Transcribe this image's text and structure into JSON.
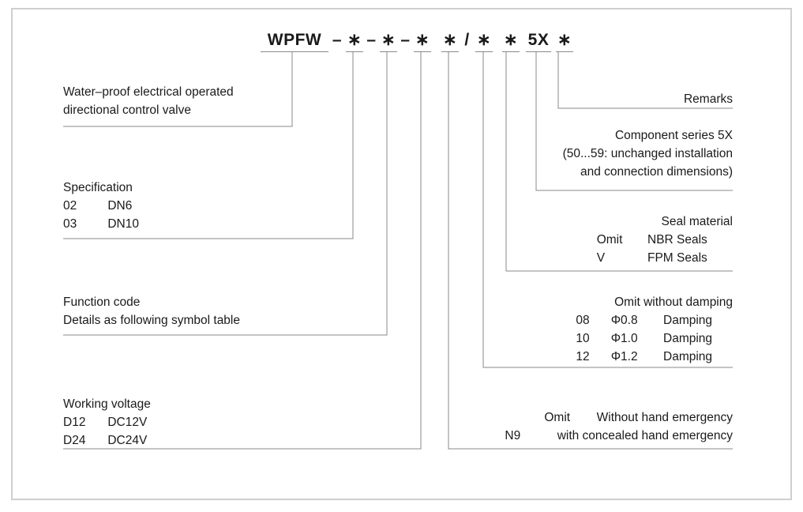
{
  "diagram": {
    "title_code": "WPFW",
    "code_string": {
      "segments": [
        {
          "text": "WPFW",
          "underlined": true
        },
        {
          "text": "–",
          "underlined": false
        },
        {
          "text": "∗",
          "underlined": true
        },
        {
          "text": "–",
          "underlined": false
        },
        {
          "text": "∗",
          "underlined": true
        },
        {
          "text": "–",
          "underlined": false
        },
        {
          "text": "∗",
          "underlined": true
        },
        {
          "text": "∗",
          "underlined": true
        },
        {
          "text": "/",
          "underlined": false
        },
        {
          "text": "∗",
          "underlined": true
        },
        {
          "text": "∗",
          "underlined": true
        },
        {
          "text": "5X",
          "underlined": true
        },
        {
          "text": "∗",
          "underlined": true
        }
      ]
    },
    "left_blocks": {
      "product": {
        "line1": "Water–proof electrical operated",
        "line2": "directional control valve"
      },
      "specification": {
        "heading": "Specification",
        "rows": [
          {
            "code": "02",
            "value": "DN6"
          },
          {
            "code": "03",
            "value": "DN10"
          }
        ]
      },
      "function_code": {
        "heading": "Function code",
        "line2": "Details as following symbol table"
      },
      "working_voltage": {
        "heading": "Working voltage",
        "rows": [
          {
            "code": "D12",
            "value": "DC12V"
          },
          {
            "code": "D24",
            "value": "DC24V"
          }
        ]
      }
    },
    "right_blocks": {
      "remarks": {
        "label": "Remarks"
      },
      "component_series": {
        "line1": "Component series 5X",
        "line2": "(50...59: unchanged installation",
        "line3": "and connection dimensions)"
      },
      "seal_material": {
        "heading": "Seal material",
        "rows": [
          {
            "code": "Omit",
            "value": "NBR Seals"
          },
          {
            "code": "V",
            "value": "FPM Seals"
          }
        ]
      },
      "damping": {
        "heading": "Omit without damping",
        "rows": [
          {
            "code": "08",
            "size": "Φ0.8",
            "label": "Damping"
          },
          {
            "code": "10",
            "size": "Φ1.0",
            "label": "Damping"
          },
          {
            "code": "12",
            "size": "Φ1.2",
            "label": "Damping"
          }
        ]
      },
      "hand_emergency": {
        "rows": [
          {
            "code": "Omit",
            "value": "Without hand emergency"
          },
          {
            "code": "N9",
            "value": "with concealed hand emergency"
          }
        ]
      }
    },
    "colors": {
      "line": "#8a8a8a",
      "frame": "#cfcfcf",
      "text": "#1a1a1a"
    }
  }
}
